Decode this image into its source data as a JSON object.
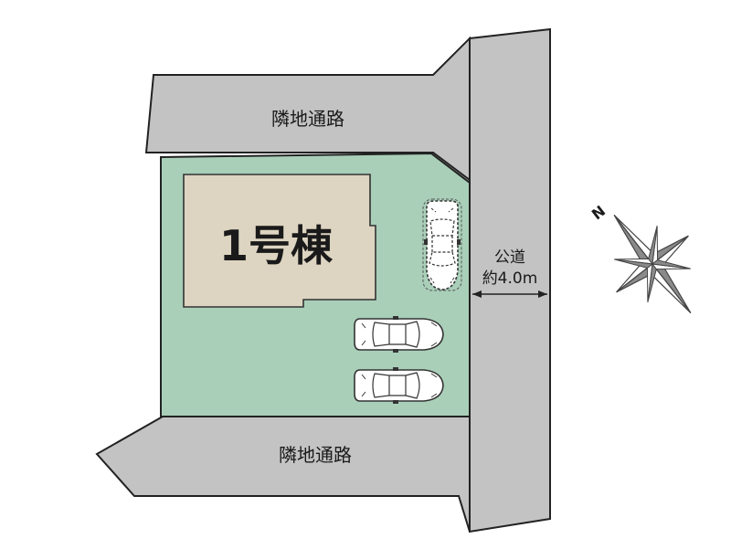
{
  "roads": {
    "north_label": "隣地通路",
    "south_label": "隣地通路",
    "public_road_label": "公道",
    "public_road_width": "約4.0m"
  },
  "building": {
    "label": "1号棟"
  },
  "compass": {
    "north_letter": "N"
  },
  "colors": {
    "road": "#c3c3c3",
    "lot": "#a9cfb9",
    "building": "#ddd5c1",
    "outline": "#222222"
  },
  "icons": {
    "car": "car-icon",
    "compass": "compass-rose-icon"
  }
}
